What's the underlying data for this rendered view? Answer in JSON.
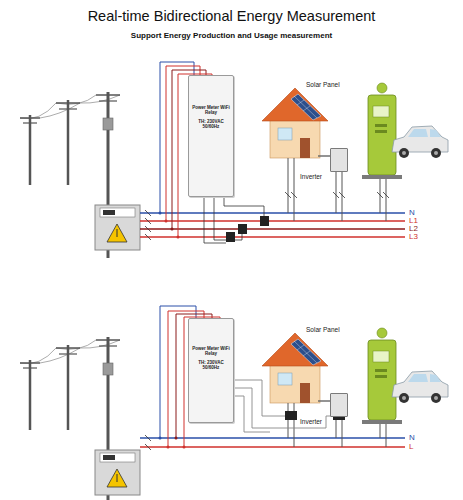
{
  "diagram": {
    "title": "Real-time Bidirectional Energy Measurement",
    "nodes": [
      {
        "text": [
          "Power Meter WiFi Relay",
          "TH: 230VAC 50/60Hz"
        ]
      },
      {
        "text": [
          "Solar Panel"
        ]
      },
      {
        "text": [
          "Inverter"
        ]
      },
      {
        "text": [
          "Power Meter WiFi Relay",
          "TH: 230VAC 50/60Hz"
        ]
      },
      {
        "text": [
          "Solar Panel"
        ]
      },
      {
        "text": [
          "Inverter"
        ]
      }
    ],
    "edges": [
      {
        "from": 2,
        "to": 1,
        "arrow": "none"
      },
      {
        "from": 5,
        "to": 4,
        "arrow": "none"
      }
    ],
    "labels": [
      "Support Energy Production and Usage measurement",
      "N",
      "L1",
      "L2",
      "L3",
      "N",
      "L"
    ]
  }
}
